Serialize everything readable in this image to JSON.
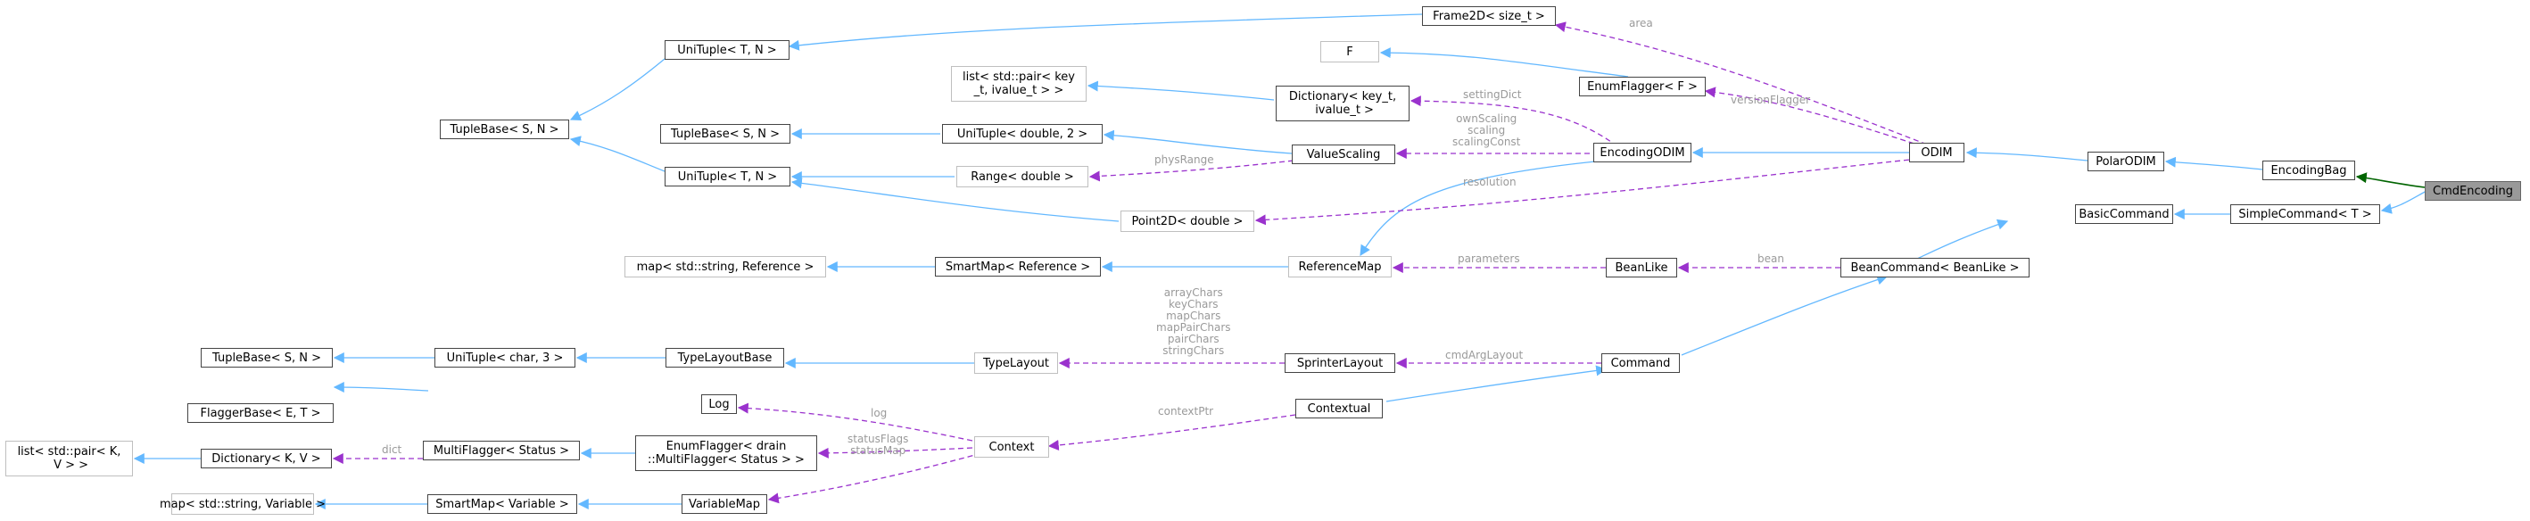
{
  "nodes": {
    "frame2d": "Frame2D< size_t >",
    "unituple_t_n_top": "UniTuple< T, N >",
    "tuplebase_s_n_top": "TupleBase< S, N >",
    "f": "F",
    "enumflagger_f": "EnumFlagger< F >",
    "list_pair_key": "list< std::pair< key\n_t, ivalue_t > >",
    "dictionary_key": "Dictionary< key_t,\n ivalue_t >",
    "tuplebase_s_n_mid": "TupleBase< S, N >",
    "unituple_double_2": "UniTuple< double, 2 >",
    "valuescaling": "ValueScaling",
    "encodingodim": "EncodingODIM",
    "odim": "ODIM",
    "polarodim": "PolarODIM",
    "encodingbag": "EncodingBag",
    "cmdencoding": "CmdEncoding",
    "unituple_t_n_mid": "UniTuple< T, N >",
    "range_double": "Range< double >",
    "point2d": "Point2D< double >",
    "basiccommand": "BasicCommand",
    "simplecommand": "SimpleCommand< T >",
    "map_string_reference": "map< std::string, Reference >",
    "smartmap_reference": "SmartMap< Reference >",
    "referencemap": "ReferenceMap",
    "beanlike": "BeanLike",
    "beancommand": "BeanCommand< BeanLike >",
    "tuplebase_s_n_low": "TupleBase< S, N >",
    "unituple_char_3": "UniTuple< char, 3 >",
    "typelayoutbase": "TypeLayoutBase",
    "typelayout": "TypeLayout",
    "sprinterlayout": "SprinterLayout",
    "command": "Command",
    "log": "Log",
    "contextual": "Contextual",
    "flaggerbase": "FlaggerBase< E, T >",
    "list_pair_k": "list< std::pair< K,\n V > >",
    "dictionary_k_v": "Dictionary< K, V >",
    "multiflagger_status": "MultiFlagger< Status >",
    "enumflagger_drain": "EnumFlagger< drain\n::MultiFlagger< Status > >",
    "context": "Context",
    "map_string_variable": "map< std::string, Variable >",
    "smartmap_variable": "SmartMap< Variable >",
    "variablemap": "VariableMap"
  },
  "edge_labels": {
    "area": "area",
    "versionFlagger": "versionFlagger",
    "settingDict": "settingDict",
    "ownScaling_scaling_scalingConst": "ownScaling\nscaling\nscalingConst",
    "physRange": "physRange",
    "resolution": "resolution",
    "parameters": "parameters",
    "bean": "bean",
    "typelayout_members": "arrayChars\nkeyChars\nmapChars\nmapPairChars\npairChars\nstringChars",
    "cmdArgLayout": "cmdArgLayout",
    "log": "log",
    "statusFlags_statusMap": "statusFlags\nstatusMap",
    "contextPtr": "contextPtr",
    "dict": "dict"
  },
  "colors": {
    "inheritance": "#63b8ff",
    "usage": "#9a32cd",
    "private_inheritance": "#006400",
    "node_border": "#444444",
    "faint_border": "#bfbfbf",
    "main_fill": "#999999",
    "label_text": "#9a9a9a"
  }
}
